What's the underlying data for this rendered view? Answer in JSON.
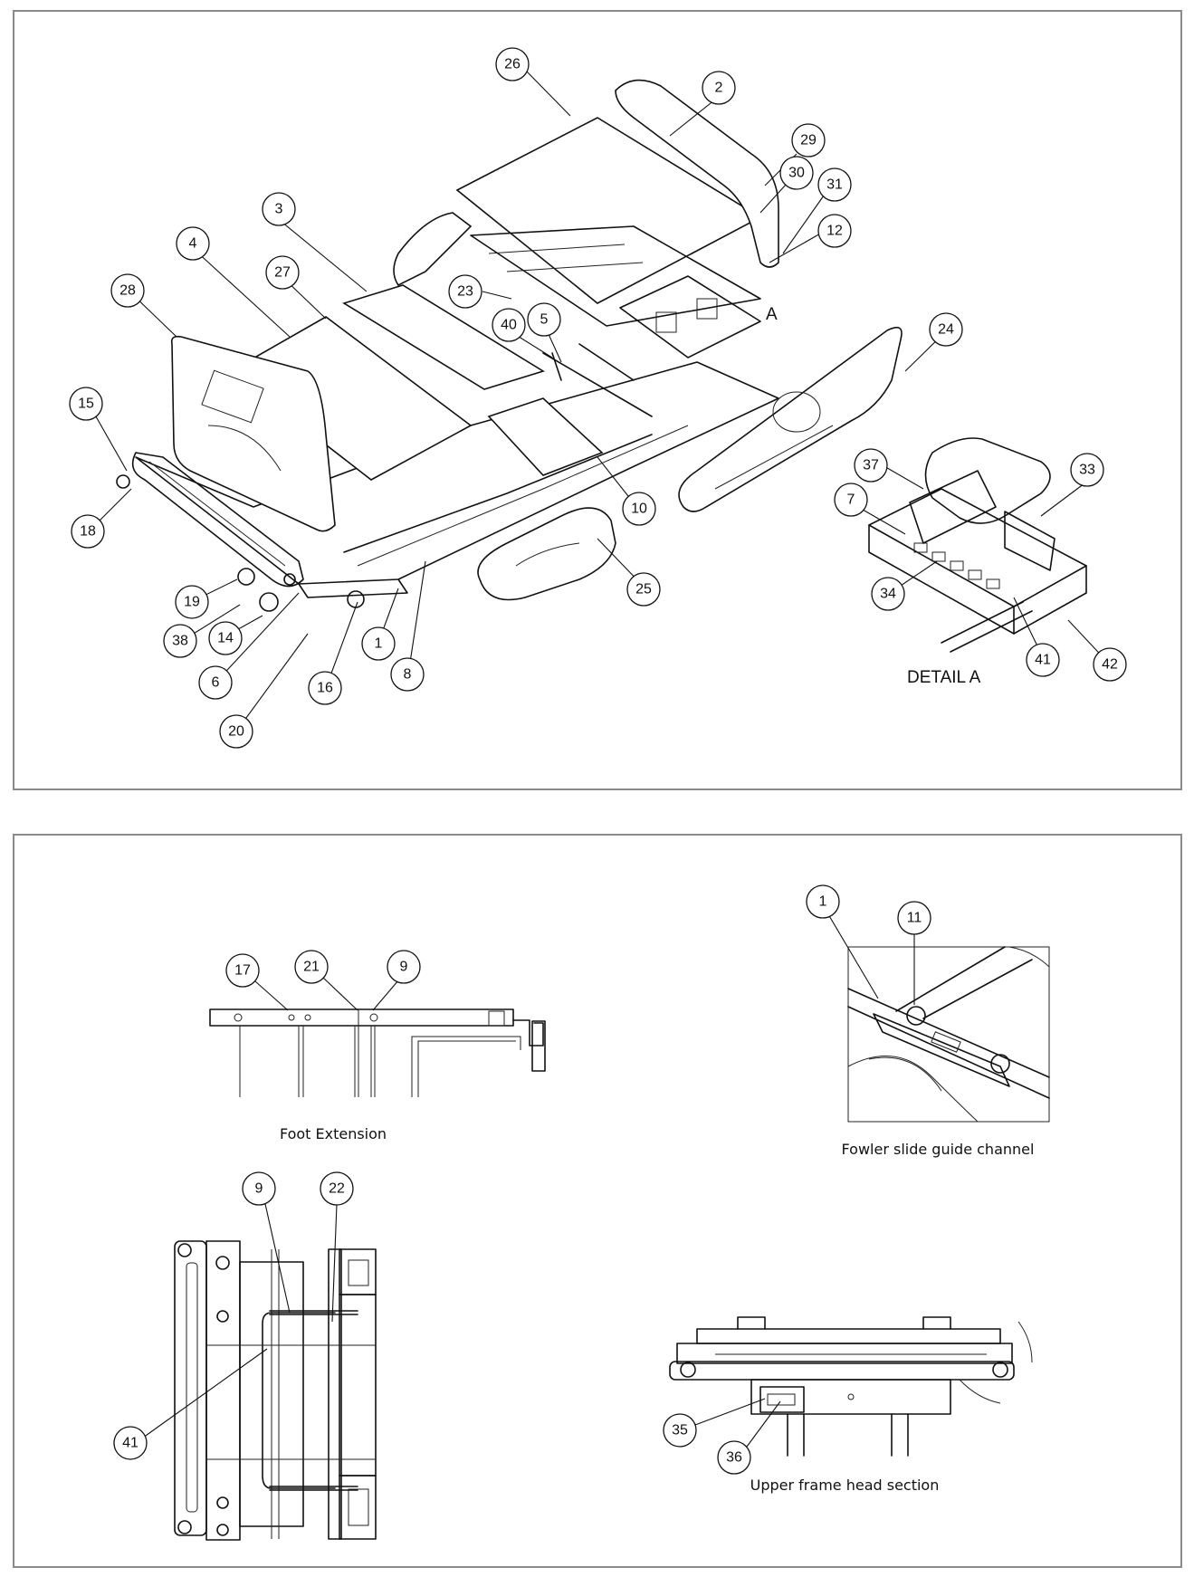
{
  "top_callouts": [
    {
      "id": "co-26",
      "label": "26"
    },
    {
      "id": "co-2",
      "label": "2"
    },
    {
      "id": "co-29",
      "label": "29"
    },
    {
      "id": "co-30",
      "label": "30"
    },
    {
      "id": "co-31",
      "label": "31"
    },
    {
      "id": "co-12",
      "label": "12"
    },
    {
      "id": "co-3",
      "label": "3"
    },
    {
      "id": "co-4",
      "label": "4"
    },
    {
      "id": "co-27",
      "label": "27"
    },
    {
      "id": "co-28",
      "label": "28"
    },
    {
      "id": "co-23",
      "label": "23"
    },
    {
      "id": "co-40",
      "label": "40"
    },
    {
      "id": "co-5",
      "label": "5"
    },
    {
      "id": "co-24",
      "label": "24"
    },
    {
      "id": "co-15",
      "label": "15"
    },
    {
      "id": "co-37",
      "label": "37"
    },
    {
      "id": "co-33",
      "label": "33"
    },
    {
      "id": "co-7",
      "label": "7"
    },
    {
      "id": "co-10",
      "label": "10"
    },
    {
      "id": "co-18",
      "label": "18"
    },
    {
      "id": "co-25",
      "label": "25"
    },
    {
      "id": "co-34",
      "label": "34"
    },
    {
      "id": "co-19",
      "label": "19"
    },
    {
      "id": "co-38",
      "label": "38"
    },
    {
      "id": "co-14",
      "label": "14"
    },
    {
      "id": "co-1",
      "label": "1"
    },
    {
      "id": "co-41",
      "label": "41"
    },
    {
      "id": "co-42",
      "label": "42"
    },
    {
      "id": "co-6",
      "label": "6"
    },
    {
      "id": "co-8",
      "label": "8"
    },
    {
      "id": "co-16",
      "label": "16"
    },
    {
      "id": "co-20",
      "label": "20"
    }
  ],
  "top_labels": {
    "view_marker": "A",
    "detail_title": "DETAIL  A"
  },
  "bottom_callouts": [
    {
      "id": "co-b17",
      "label": "17"
    },
    {
      "id": "co-b21",
      "label": "21"
    },
    {
      "id": "co-b9a",
      "label": "9"
    },
    {
      "id": "co-b1",
      "label": "1"
    },
    {
      "id": "co-b11",
      "label": "11"
    },
    {
      "id": "co-b9b",
      "label": "9"
    },
    {
      "id": "co-b22",
      "label": "22"
    },
    {
      "id": "co-b41",
      "label": "41"
    },
    {
      "id": "co-b35",
      "label": "35"
    },
    {
      "id": "co-b36",
      "label": "36"
    }
  ],
  "captions": {
    "foot_extension": "Foot Extension",
    "fowler_slide": "Fowler slide guide channel",
    "upper_frame": "Upper frame head section"
  }
}
